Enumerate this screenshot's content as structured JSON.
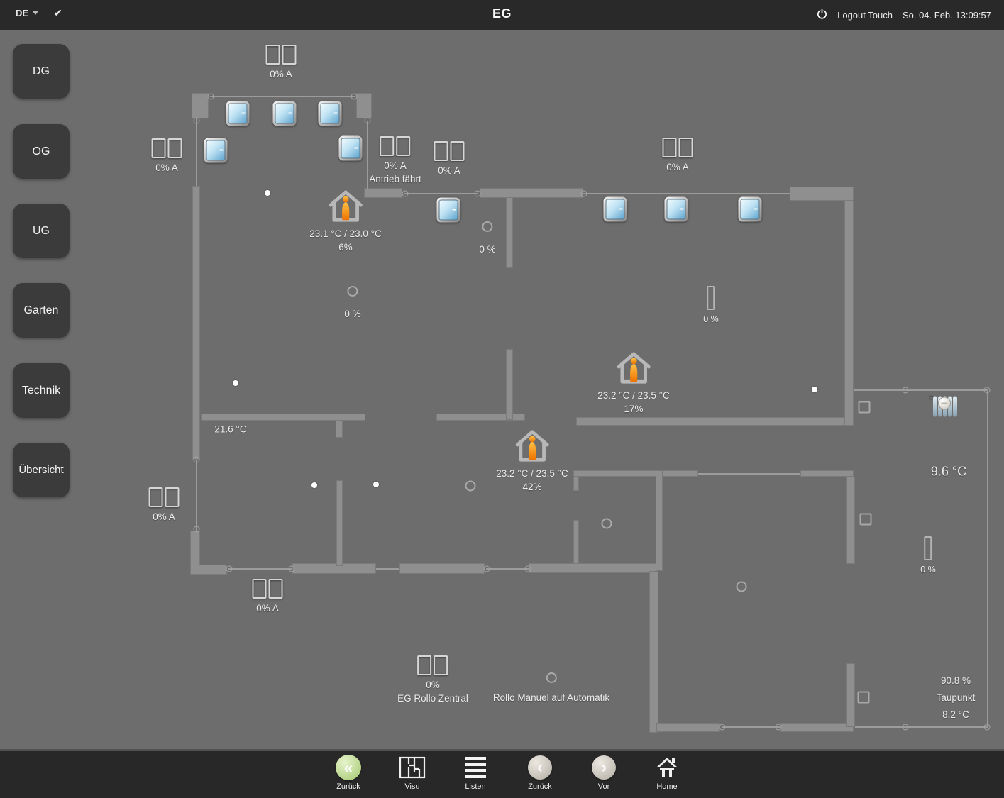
{
  "top_bar": {
    "language": "DE",
    "title": "EG",
    "logout_label": "Logout Touch",
    "datetime": "So. 04. Feb. 13:09:57"
  },
  "sidebar": {
    "items": [
      {
        "label": "DG"
      },
      {
        "label": "OG"
      },
      {
        "label": "UG"
      },
      {
        "label": "Garten"
      },
      {
        "label": "Technik"
      },
      {
        "label": "Übersicht"
      }
    ]
  },
  "floorplan": {
    "shutters": [
      {
        "value": "0% A"
      },
      {
        "value": "0% A"
      },
      {
        "value": "0% A",
        "status": "Antrieb fährt"
      },
      {
        "value": "0% A"
      },
      {
        "value": "0% A"
      },
      {
        "value": "0% A"
      },
      {
        "value": "0% A"
      },
      {
        "value": "0%",
        "name": "EG Rollo Zentral"
      }
    ],
    "room_sensors": [
      {
        "temperatures": "23.1 °C / 23.0 °C",
        "value": "6%"
      },
      {
        "temperatures": "23.2 °C / 23.5 °C",
        "value": "17%"
      },
      {
        "temperatures": "23.2 °C / 23.5 °C",
        "value": "42%"
      }
    ],
    "dimmers": [
      {
        "value": "0 %"
      },
      {
        "value": "0 %"
      }
    ],
    "valves": [
      {
        "value": "0 %"
      },
      {
        "value": "0 %"
      }
    ],
    "auto_switch": {
      "label": "Rollo Manuel auf Automatik"
    },
    "temperatures": [
      {
        "value": "21.6 °C"
      },
      {
        "value": "9.6 °C"
      }
    ],
    "weather": {
      "humidity": "90.8 %",
      "label": "Taupunkt",
      "dewpoint": "8.2 °C"
    }
  },
  "bottom_nav": {
    "items": [
      {
        "label": "Zurück"
      },
      {
        "label": "Visu"
      },
      {
        "label": "Listen"
      },
      {
        "label": "Zurück"
      },
      {
        "label": "Vor"
      },
      {
        "label": "Home"
      }
    ]
  },
  "colors": {
    "background": "#6d6d6d",
    "bar_background": "#292929",
    "wall": "#8f8f8f",
    "accent_orange": "#f08010",
    "window_blue": "#5fa5cf",
    "nav_green": "#a3c76e"
  }
}
